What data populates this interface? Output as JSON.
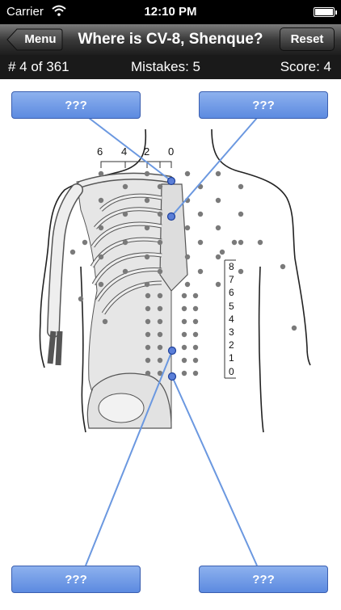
{
  "status": {
    "carrier": "Carrier",
    "time": "12:10 PM"
  },
  "nav": {
    "menu_label": "Menu",
    "title": "Where is CV-8, Shenque?",
    "reset_label": "Reset"
  },
  "info": {
    "counter": "# 4 of 361",
    "mistakes": "Mistakes: 5",
    "score": "Score: 4"
  },
  "answers": {
    "top_left": "???",
    "top_right": "???",
    "bottom_left": "???",
    "bottom_right": "???"
  },
  "diagram": {
    "column_numbers": [
      "6",
      "4",
      "2",
      "0"
    ],
    "scale_numbers": [
      "8",
      "7",
      "6",
      "5",
      "4",
      "3",
      "2",
      "1",
      "0"
    ]
  },
  "colors": {
    "button_blue": "#6f9be6",
    "line_blue": "#6b98e0",
    "point_gray": "#7a7a7a"
  }
}
